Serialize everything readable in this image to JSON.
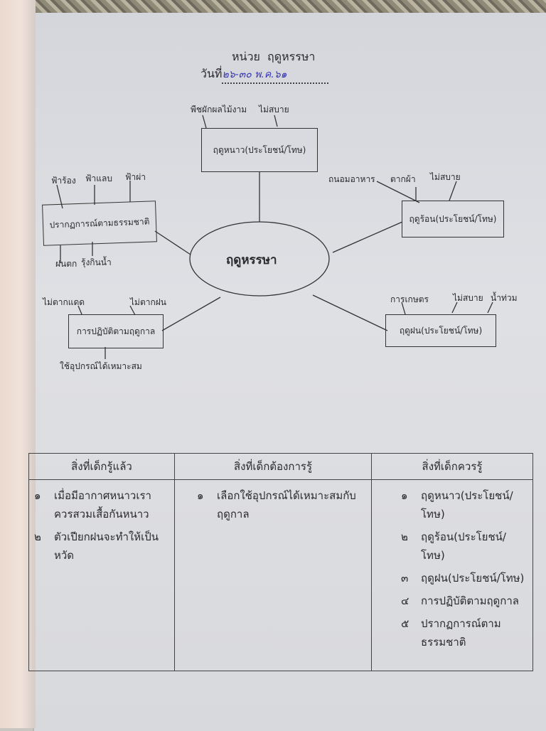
{
  "header": {
    "unit_label": "หน่วย",
    "unit_name": "ฤดูหรรษา",
    "date_label": "วันที่",
    "date_value": "๒๖-๓๐ พ.ค.๖๑"
  },
  "mindmap": {
    "center": "ฤดูหรรษา",
    "winter": {
      "title": "ฤดูหนาว(ประโยชน์/โทษ)",
      "leaves": [
        "พืชผักผลไม้งาม",
        "ไม่สบาย"
      ]
    },
    "summer": {
      "title": "ฤดูร้อน(ประโยชน์/โทษ)",
      "leaves": [
        "ถนอมอาหาร",
        "ตากผ้า",
        "ไม่สบาย"
      ]
    },
    "rainy": {
      "title": "ฤดูฝน(ประโยชน์/โทษ)",
      "leaves": [
        "การเกษตร",
        "ไม่สบาย",
        "น้ำท่วม"
      ]
    },
    "nature": {
      "title": "ปรากฏการณ์ตามธรรมชาติ",
      "leaves": [
        "ฟ้าร้อง",
        "ฟ้าแลบ",
        "ฟ้าผ่า",
        "ฝนตก",
        "รุ้งกินน้ำ"
      ]
    },
    "practice": {
      "title": "การปฏิบัติตามฤดูกาล",
      "leaves": [
        "ไม่ตากแดด",
        "ไม่ตากฝน",
        "ใช้อุปกรณ์ได้เหมาะสม"
      ]
    }
  },
  "table": {
    "headers": [
      "สิ่งที่เด็กรู้แล้ว",
      "สิ่งที่เด็กต้องการรู้",
      "สิ่งที่เด็กควรรู้"
    ],
    "col1": [
      {
        "n": "๑",
        "t": "เมื่อมีอากาศหนาวเราควรสวมเสื้อกันหนาว"
      },
      {
        "n": "๒",
        "t": "ตัวเปียกฝนจะทำให้เป็นหวัด"
      }
    ],
    "col2": [
      {
        "n": "๑",
        "t": "เลือกใช้อุปกรณ์ได้เหมาะสมกับฤดูกาล"
      }
    ],
    "col3": [
      {
        "n": "๑",
        "t": "ฤดูหนาว(ประโยชน์/โทษ)"
      },
      {
        "n": "๒",
        "t": "ฤดูร้อน(ประโยชน์/โทษ)"
      },
      {
        "n": "๓",
        "t": "ฤดูฝน(ประโยชน์/โทษ)"
      },
      {
        "n": "๔",
        "t": "การปฏิบัติตามฤดูกาล"
      },
      {
        "n": "๕",
        "t": "ปรากฏการณ์ตามธรรมชาติ"
      }
    ]
  }
}
